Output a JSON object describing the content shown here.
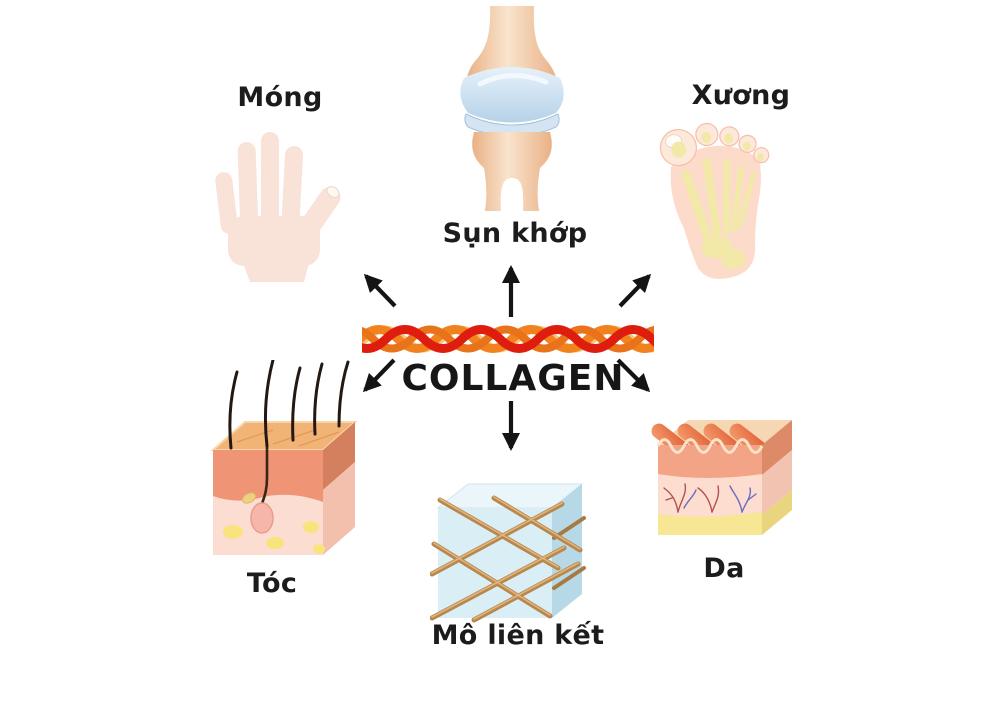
{
  "figure": {
    "center_label": "COLLAGEN",
    "items": [
      {
        "id": "nails",
        "label": "Móng"
      },
      {
        "id": "cartilage",
        "label": "Sụn khớp"
      },
      {
        "id": "bones",
        "label": "Xương"
      },
      {
        "id": "hair",
        "label": "Tóc"
      },
      {
        "id": "connective_tissue",
        "label": "Mô liên kết"
      },
      {
        "id": "skin",
        "label": "Da"
      }
    ]
  },
  "icons": [
    "hand-illustration",
    "knee-joint-illustration",
    "foot-bones-illustration",
    "hair-follicle-illustration",
    "connective-tissue-cube-illustration",
    "skin-layers-illustration",
    "collagen-fiber-illustration"
  ],
  "colors": {
    "background": "#ffffff",
    "text": "#1c1c1c",
    "arrow": "#141414",
    "fiber_red": "#df1d0e",
    "fiber_orange": "#f1821d",
    "fiber_cream": "#f6c47e",
    "skin_light": "#f9e2d8",
    "skin_salmon": "#f09476",
    "cartilage_blue": "#c3d8ec",
    "bone_tan": "#eec09a",
    "fat_yellow": "#f7e794",
    "tissue_blue": "#daeef6",
    "fiber_brown": "#b8874e"
  }
}
